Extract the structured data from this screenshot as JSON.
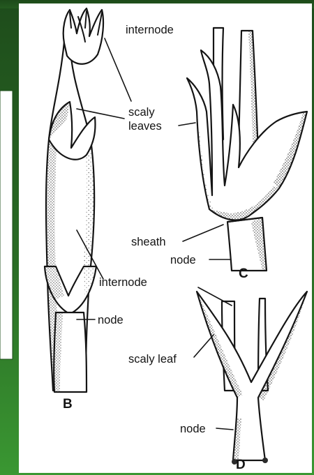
{
  "colors": {
    "frame_dark_green": "#1f4d1c",
    "frame_mid_green": "#2f7a2a",
    "frame_light_green": "#3c9a34",
    "ink": "#141414",
    "paper": "#ffffff"
  },
  "labels": {
    "internode_top": "internode",
    "scaly_leaves_line1": "scaly",
    "scaly_leaves_line2": "leaves",
    "sheath": "sheath",
    "node_c": "node",
    "internode_mid": "internode",
    "node_b": "node",
    "scaly_leaf": "scaly leaf",
    "node_d": "node"
  },
  "figure_letters": {
    "b": "B",
    "c": "C",
    "d": "D"
  }
}
